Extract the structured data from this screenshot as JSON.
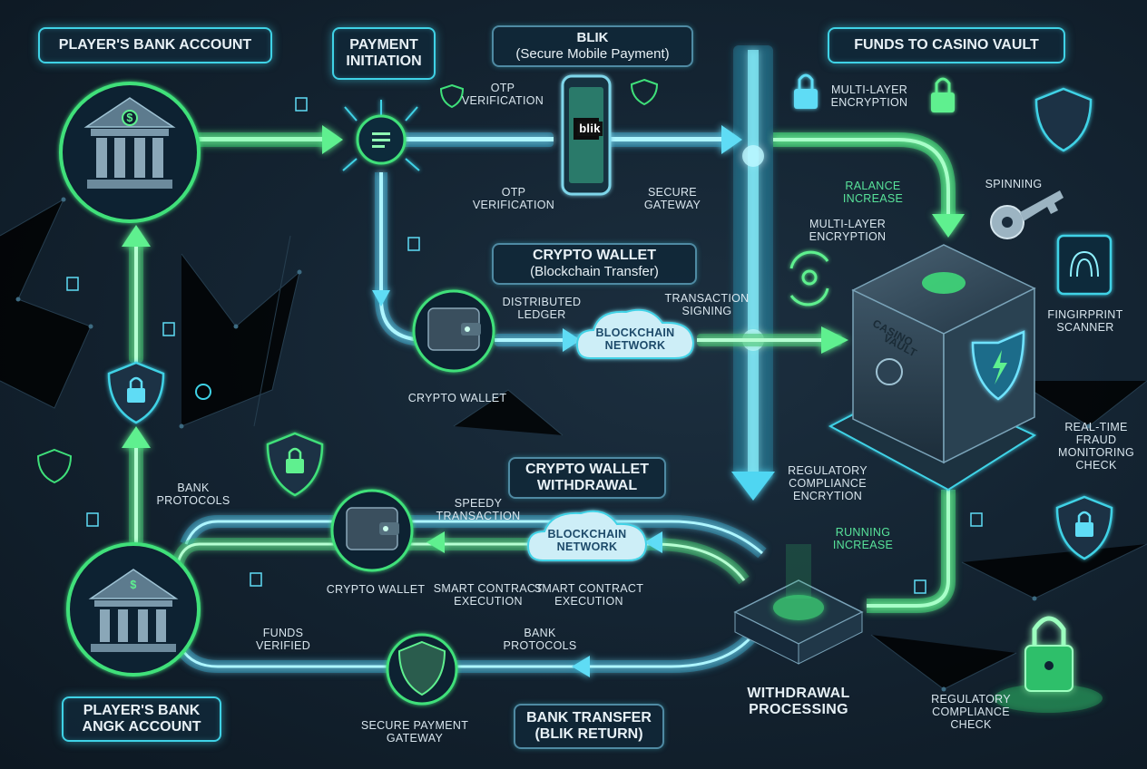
{
  "boxes": {
    "players_bank_top": "PLAYER'S BANK ACCOUNT",
    "payment_initiation_1": "PAYMENT",
    "payment_initiation_2": "INITIATION",
    "blik_title": "BLIK",
    "blik_sub": "(Secure Mobile Payment)",
    "funds_vault": "FUNDS TO CASINO VAULT",
    "crypto_title": "CRYPTO WALLET",
    "crypto_sub": "(Blockchain Transfer)",
    "crypto_withdrawal_1": "CRYPTO WALLET",
    "crypto_withdrawal_2": "WITHDRAWAL",
    "players_bank_bottom_1": "PLAYER'S BANK",
    "players_bank_bottom_2": "ANGK ACCOUNT",
    "bank_transfer_1": "BANK TRANSFER",
    "bank_transfer_2": "(BLIK RETURN)"
  },
  "labels": {
    "otp_top_1": "OTP",
    "otp_top_2": "VERIFICATION",
    "otp_bottom_1": "OTP",
    "otp_bottom_2": "VERIFICATION",
    "secure_gateway_1": "SECURE",
    "secure_gateway_2": "GATEWAY",
    "multi_layer_top_1": "MULTI-LAYER",
    "multi_layer_top_2": "ENCRYPTION",
    "ralance_1": "RALANCE",
    "ralance_2": "INCREASE",
    "spinning": "SPINNING",
    "multi_layer_mid_1": "MULTI-LAYER",
    "multi_layer_mid_2": "ENCRYPTION",
    "distributed_1": "DISTRIBUTED",
    "distributed_2": "LEDGER",
    "tx_signing_1": "TRANSACTION",
    "tx_signing_2": "SIGNING",
    "blockchain_top_1": "BLOCKCHAIN",
    "blockchain_top_2": "NETWORK",
    "crypto_wallet_top": "CRYPTO WALLET",
    "fingerprint_1": "FINGIRPRINT",
    "fingerprint_2": "SCANNER",
    "fraud_1": "REAL-TIME",
    "fraud_2": "FRAUD",
    "fraud_3": "MONITORING",
    "fraud_4": "CHECK",
    "reg_vault_1": "REGULATORY",
    "reg_vault_2": "COMPLIANCE",
    "reg_vault_3": "ENCRYTION",
    "bank_protocols_left_1": "BANK",
    "bank_protocols_left_2": "PROTOCOLS",
    "speedy_1": "SPEEDY",
    "speedy_2": "TRANSACTION",
    "blockchain_bottom_1": "BLOCKCHAIN",
    "blockchain_bottom_2": "NETWORK",
    "running_1": "RUNNING",
    "running_2": "INCREASE",
    "crypto_wallet_bottom": "CRYPTO WALLET",
    "smart_a_1": "SMART CONTRACT",
    "smart_a_2": "EXECUTION",
    "smart_b_1": "SMART CONTRACT",
    "smart_b_2": "EXECUTION",
    "funds_verified_1": "FUNDS",
    "funds_verified_2": "VERIFIED",
    "bank_protocols_bottom_1": "BANK",
    "bank_protocols_bottom_2": "PROTOCOLS",
    "secure_payment_1": "SECURE PAYMENT",
    "secure_payment_2": "GATEWAY",
    "withdrawal_1": "WITHDRAWAL",
    "withdrawal_2": "PROCESSING",
    "reg_check_1": "REGULATORY",
    "reg_check_2": "COMPLIANCE",
    "reg_check_3": "CHECK",
    "blik_logo": "blik",
    "vault_text_1": "CASINO",
    "vault_text_2": "VAULT",
    "dollar": "$"
  },
  "colors": {
    "cyan": "#3fd2e6",
    "green": "#3fe07a",
    "panel": "#1a2c3c"
  },
  "icons": [
    "bank-icon",
    "lock-shield-icon",
    "phone-icon",
    "wallet-icon",
    "cloud-icon",
    "vault-icon",
    "key-icon",
    "fingerprint-icon",
    "padlock-icon",
    "hub-icon"
  ]
}
